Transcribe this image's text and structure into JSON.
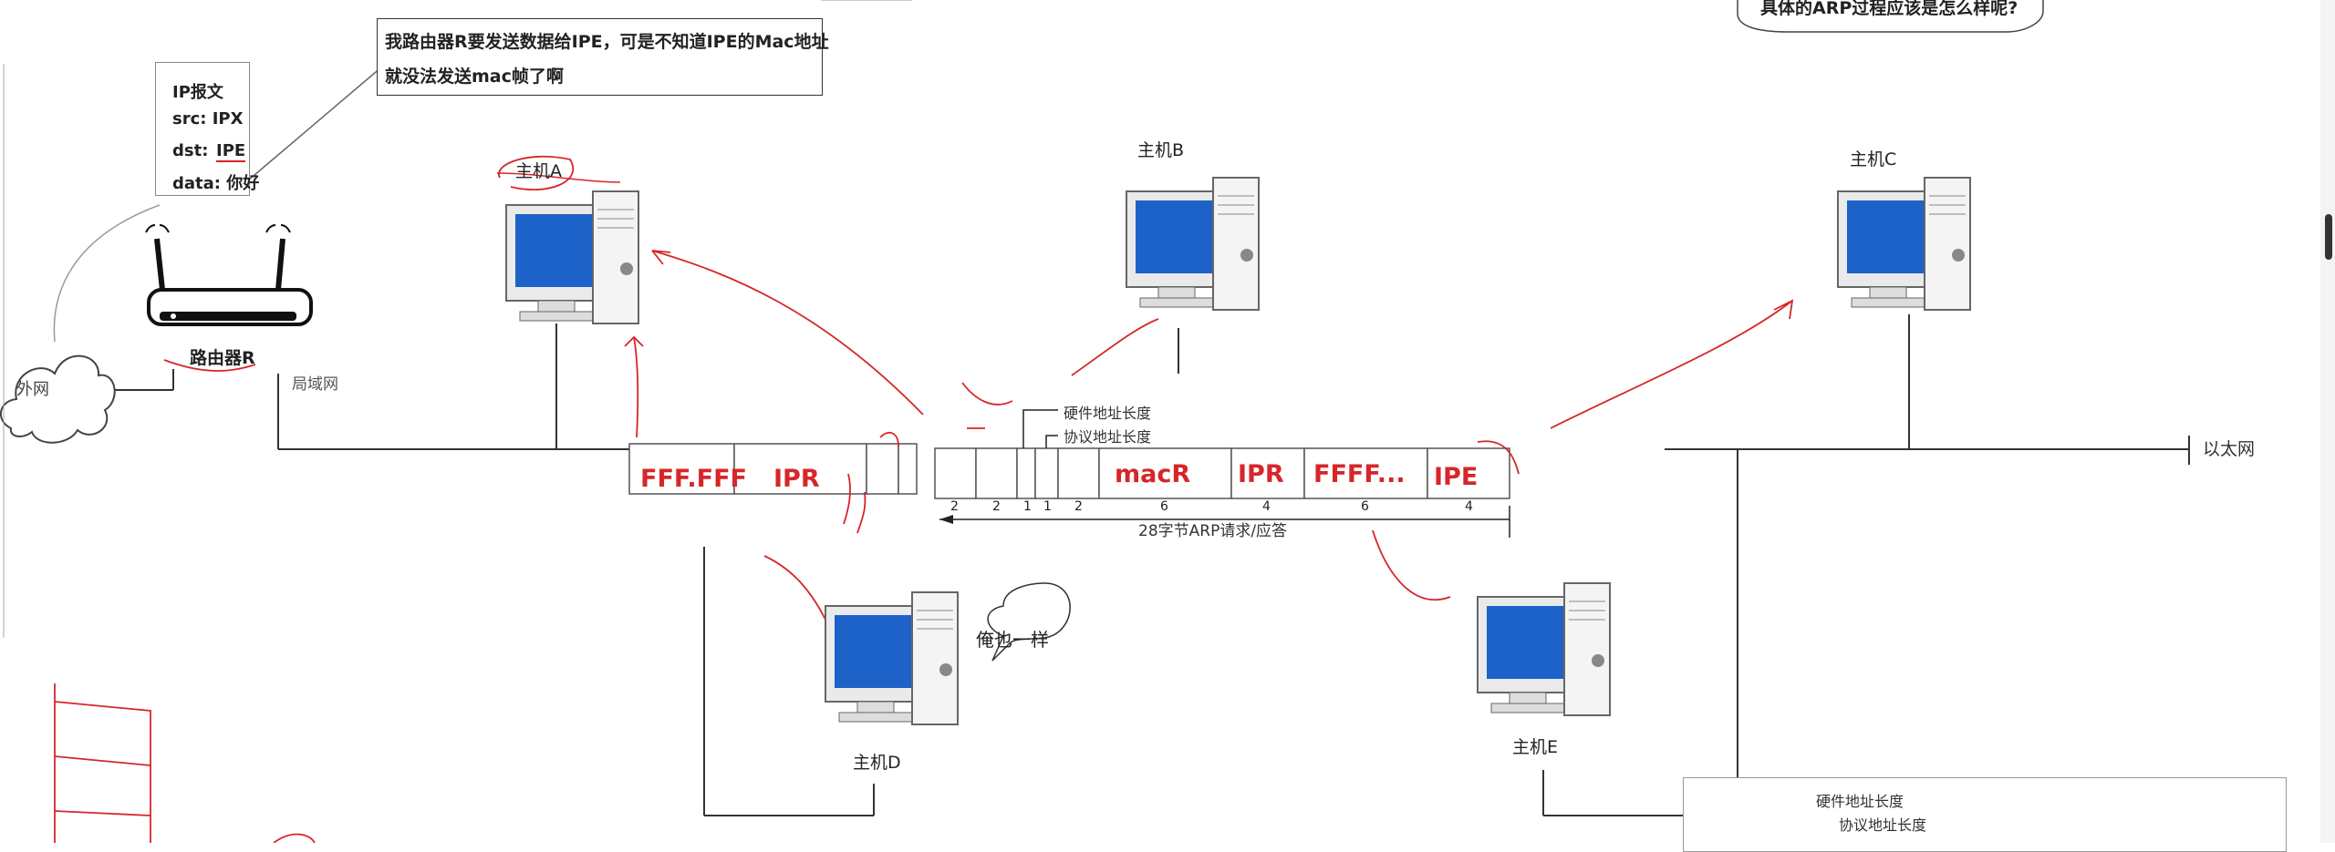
{
  "top_right_question": "具体的ARP过程应该是怎么样呢?",
  "speech_router": {
    "line1": "我路由器R要发送数据给IPE，可是不知道IPE的Mac地址",
    "line2": "就没法发送mac帧了啊"
  },
  "ip_packet": {
    "title": "IP报文",
    "src": "src:  IPX",
    "dst_label": "dst:",
    "dst_value": "IPE",
    "data": "data: 你好"
  },
  "router_label": "路由器R",
  "cloud_label": "外网",
  "lan_label": "局域网",
  "ethernet_label": "以太网",
  "hosts": {
    "a": "主机A",
    "b": "主机B",
    "c": "主机C",
    "d": "主机D",
    "e": "主机E"
  },
  "speech_d": "俺也一样",
  "frame": {
    "fields_left": [
      "FFF.FFF",
      "IPR"
    ],
    "fields_right": [
      "macR",
      "IPR",
      "FFFF...",
      "IPE"
    ],
    "sizes": [
      "2",
      "2",
      "1",
      "1",
      "2",
      "6",
      "4",
      "6",
      "4"
    ],
    "hw_addr_len": "硬件地址长度",
    "proto_addr_len": "协议地址长度",
    "arp_caption": "28字节ARP请求/应答"
  },
  "bottom_panel": {
    "hw_addr_len": "硬件地址长度",
    "proto_addr_len": "协议地址长度"
  }
}
